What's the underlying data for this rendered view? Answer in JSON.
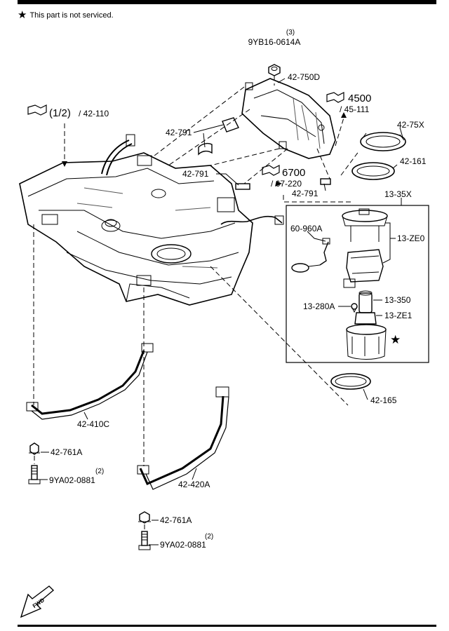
{
  "note": {
    "star": "★",
    "text": "This part is not serviced."
  },
  "refs": {
    "r1": {
      "fraction": "(1/2)",
      "page": "/ 42-110"
    },
    "r2": {
      "num": "4500",
      "page": "/ 45-111"
    },
    "r3": {
      "num": "6700",
      "page": "/ 67-220"
    }
  },
  "labels": {
    "qty_top": "(3)",
    "nut_top": "9YB16-0614A",
    "shield": "42-750D",
    "pad_a": "42-791",
    "pad_b": "42-791",
    "pad_c": "42-791",
    "ring_a": "42-75X",
    "ring_b": "42-161",
    "pump_kit": "13-35X",
    "sender": "60-960A",
    "pump_ze0": "13-ZE0",
    "filter": "13-350",
    "reg": "13-280A",
    "pump_ze1": "13-ZE1",
    "gasket": "42-165",
    "strap_a": "42-410C",
    "strap_b": "42-420A",
    "nut_a": "42-761A",
    "nut_b": "42-761A",
    "qty_a": "(2)",
    "qty_b": "(2)",
    "bolt_a": "9YA02-0881",
    "bolt_b": "9YA02-0881",
    "star_mark": "★",
    "fwd": "FWD"
  }
}
